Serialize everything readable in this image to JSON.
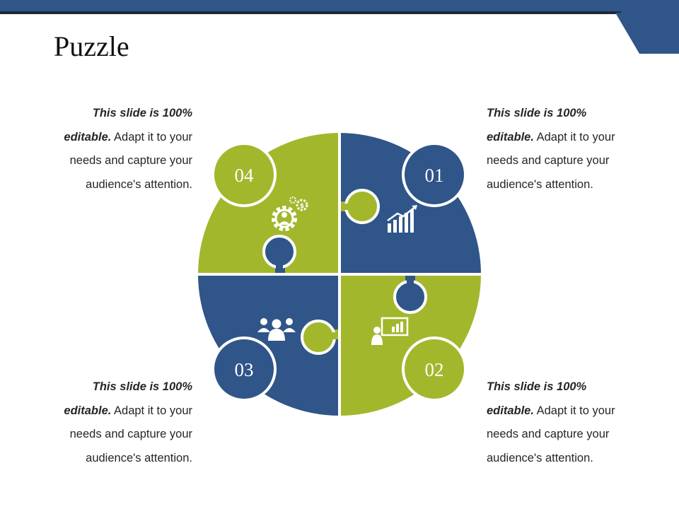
{
  "slide": {
    "title": "Puzzle"
  },
  "colors": {
    "blue": "#2f5589",
    "green": "#a3b72c",
    "band": "#2f5589"
  },
  "steps": [
    {
      "number": "01",
      "color": "blue",
      "icon": "growth-chart-icon",
      "text_bold_1": "This slide is 100%",
      "text_bold_2": "editable.",
      "text_rest": " Adapt it to your",
      "text_line_3": "needs and capture your",
      "text_line_4": "audience's  attention."
    },
    {
      "number": "02",
      "color": "green",
      "icon": "presentation-icon",
      "text_bold_1": "This slide is 100%",
      "text_bold_2": "editable.",
      "text_rest": " Adapt it to your",
      "text_line_3": "needs and capture your",
      "text_line_4": "audience's  attention."
    },
    {
      "number": "03",
      "color": "blue",
      "icon": "team-icon",
      "text_bold_1": "This slide is 100%",
      "text_bold_2": "editable.",
      "text_rest": " Adapt it to your",
      "text_line_3": "needs and capture your",
      "text_line_4": "audience's  attention."
    },
    {
      "number": "04",
      "color": "green",
      "icon": "gear-dollar-icon",
      "text_bold_1": "This slide is 100%",
      "text_bold_2": "editable.",
      "text_rest": " Adapt it to your",
      "text_line_3": "needs and capture your",
      "text_line_4": "audience's  attention."
    }
  ]
}
